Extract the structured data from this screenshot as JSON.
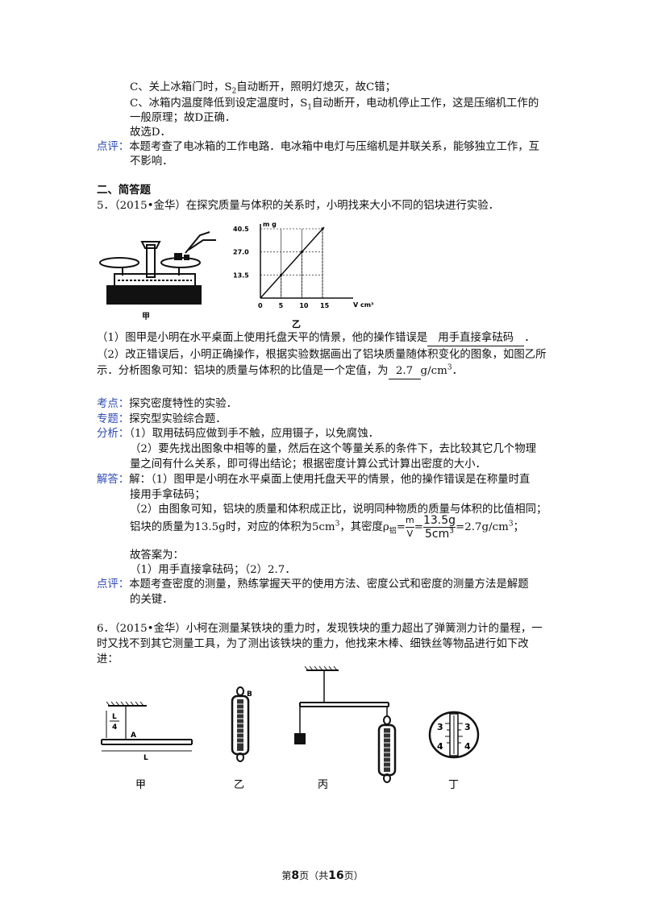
{
  "prev": {
    "c1_a": "C、关上冰箱门时，S",
    "c1_sub": "2",
    "c1_b": "自动断开，照明灯熄灭，故C错；",
    "c2_a": "C、冰箱内温度降低到设定温度时，S",
    "c2_sub": "1",
    "c2_b": "自动断开，电动机停止工作，这是压缩机工作的",
    "c3": "一般原理；故D正确．",
    "c4": "故选D．",
    "comment_label": "点评：",
    "comment1": "本题考查了电冰箱的工作电路．电冰箱中电灯与压缩机是并联关系，能够独立工作，互",
    "comment2": "不影响．"
  },
  "section_title": "二、简答题",
  "q5": {
    "stem": "5．（2015•金华）在探究质量与体积的关系时，小明找来大小不同的铝块进行实验．",
    "fig_jia": "甲",
    "fig_yi": "乙",
    "p1_a": "（1）图甲是小明在水平桌面上使用托盘天平的情景，他的操作错误是",
    "p1_ans": "用手直接拿砝码",
    "p1_b": "．",
    "p2_a": "（2）改正错误后，小明正确操作，根据实验数据画出了铝块质量随体积变化的图象，如图乙所",
    "p2_b": "示．分析图象可知：铝块的质量与体积的比值是一个定值，为",
    "p2_ans": "2.7",
    "p2_unit": "g/cm",
    "p2_sup": "3",
    "p2_end": "．",
    "kaodian_label": "考点：",
    "kaodian": "探究密度特性的实验．",
    "zhuanti_label": "专题：",
    "zhuanti": "探究型实验综合题．",
    "fenxi_label": "分析：",
    "fenxi1": "（1）取用砝码应做到手不触，应用镊子，以免腐蚀．",
    "fenxi2": "（2）要先找出图象中相等的量，然后在这个等量关系的条件下，去比较其它几个物理",
    "fenxi3": "量之间有什么关系，即可得出结论；根据密度计算公式计算出密度的大小．",
    "jieda_label": "解答：",
    "jieda1": "解：（1）图甲是小明在水平桌面上使用托盘天平的情景，他的操作错误是在称量时直",
    "jieda2": "接用手拿砝码；",
    "jieda3": "（2）由图象可知，铝块的质量和体积成正比，说明同种物质的质量与体积的比值相同；",
    "jieda4_a": "铝块的质量为13.5g时，对应的体积为5cm",
    "jieda4_sup": "3",
    "jieda4_b": "，其密度ρ",
    "jieda4_sub": "铝",
    "jieda4_eq": "=",
    "frac1_top": "m",
    "frac1_bot": "V",
    "frac2_top": "13.5g",
    "frac2_bot": "5cm",
    "frac2_sup": "3",
    "jieda4_res": "=2.7g/cm",
    "jieda4_res_sup": "3",
    "jieda4_end": "；",
    "answer_intro": "故答案为：",
    "answer": "（1）用手直接拿砝码；（2）2.7．",
    "comment_label": "点评：",
    "comment1": "本题考查密度的测量，熟练掌握天平的使用方法、密度公式和密度的测量方法是解题",
    "comment2": "的关键．"
  },
  "chart_data": {
    "type": "line",
    "xlabel": "V cm³",
    "ylabel": "m g",
    "x": [
      0,
      5,
      10,
      15
    ],
    "y": [
      0,
      13.5,
      27.0,
      40.5
    ],
    "xticks": [
      "0",
      "5",
      "10",
      "15"
    ],
    "yticks": [
      "13.5",
      "27.0",
      "40.5"
    ],
    "xlim": [
      0,
      15
    ],
    "ylim": [
      0,
      40.5
    ],
    "grid": true
  },
  "q6": {
    "line1": "6．（2015•金华）小柯在测量某铁块的重力时，发现铁块的重力超出了弹簧测力计的量程，一",
    "line2": "时又找不到其它测量工具，为了测出该铁块的重力，他找来木棒、细铁丝等物品进行如下改",
    "line3": "进：",
    "fig_jia": "甲",
    "fig_yi": "乙",
    "fig_bing": "丙",
    "fig_ding": "丁",
    "lbl_L4_top": "L",
    "lbl_L4_bot": "4",
    "lbl_A": "A",
    "lbl_L": "L",
    "lbl_B": "B",
    "dial_a": "3",
    "dial_b": "4",
    "dial_c": "3",
    "dial_d": "4"
  },
  "footer": {
    "pre": "第",
    "page": "8",
    "mid": "页（共",
    "total": "16",
    "post": "页）"
  }
}
